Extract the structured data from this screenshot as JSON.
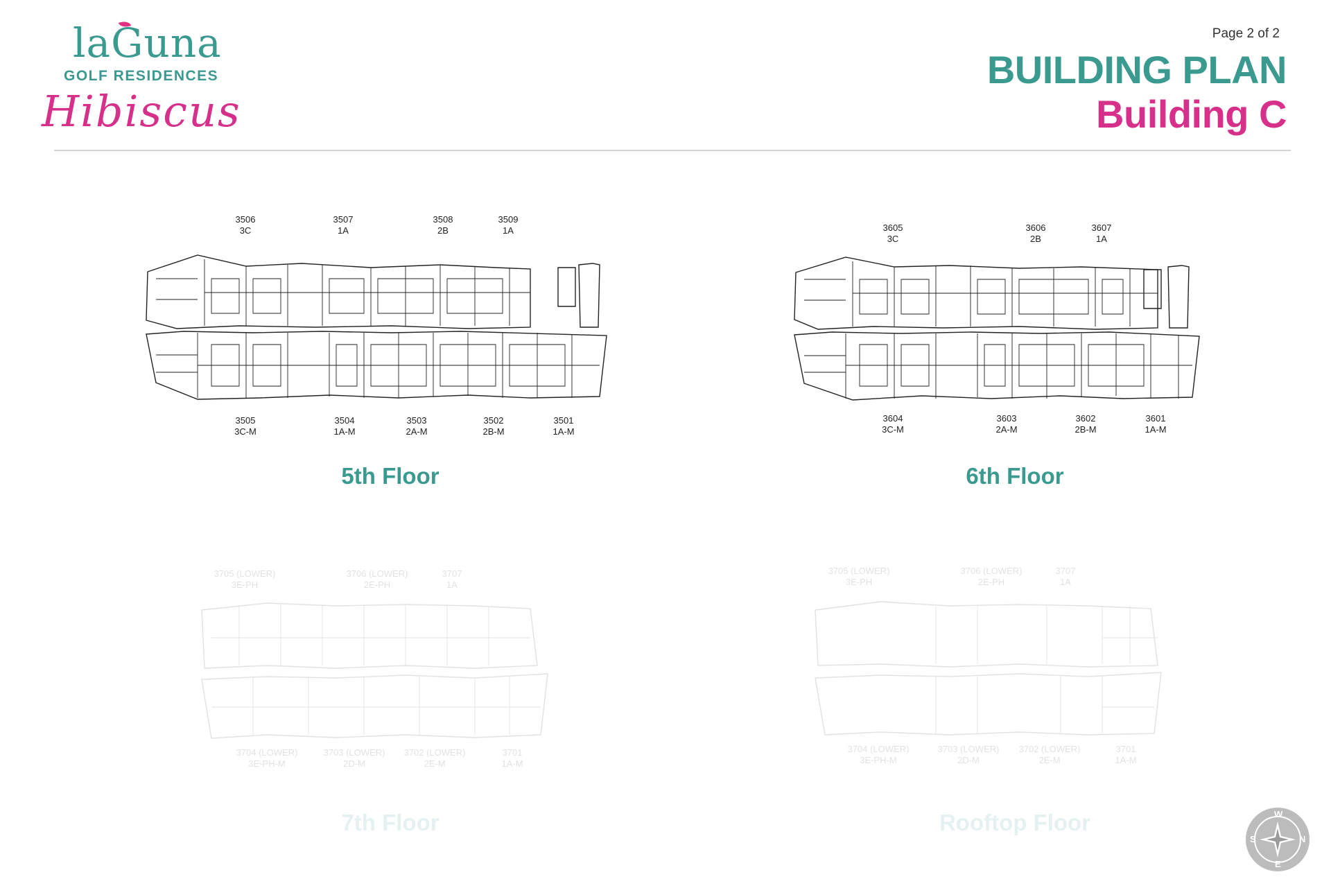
{
  "brand": {
    "name": "laGuna",
    "subtitle": "GOLF RESIDENCES",
    "script": "Hibiscus",
    "accent_teal": "#3a9a8f",
    "accent_pink": "#d6308a"
  },
  "header": {
    "page": "Page 2 of 2",
    "title": "BUILDING PLAN",
    "subtitle": "Building C"
  },
  "floors": {
    "fifth": {
      "caption": "5th Floor",
      "top_units": [
        {
          "num": "3506",
          "type": "3C"
        },
        {
          "num": "3507",
          "type": "1A"
        },
        {
          "num": "3508",
          "type": "2B"
        },
        {
          "num": "3509",
          "type": "1A"
        }
      ],
      "bottom_units": [
        {
          "num": "3505",
          "type": "3C-M"
        },
        {
          "num": "3504",
          "type": "1A-M"
        },
        {
          "num": "3503",
          "type": "2A-M"
        },
        {
          "num": "3502",
          "type": "2B-M"
        },
        {
          "num": "3501",
          "type": "1A-M"
        }
      ]
    },
    "sixth": {
      "caption": "6th Floor",
      "top_units": [
        {
          "num": "3605",
          "type": "3C"
        },
        {
          "num": "3606",
          "type": "2B"
        },
        {
          "num": "3607",
          "type": "1A"
        }
      ],
      "bottom_units": [
        {
          "num": "3604",
          "type": "3C-M"
        },
        {
          "num": "3603",
          "type": "2A-M"
        },
        {
          "num": "3602",
          "type": "2B-M"
        },
        {
          "num": "3601",
          "type": "1A-M"
        }
      ]
    },
    "seventh": {
      "caption": "7th Floor",
      "top_units": [
        {
          "num": "3705 (LOWER)",
          "type": "3E-PH"
        },
        {
          "num": "3706 (LOWER)",
          "type": "2E-PH"
        },
        {
          "num": "3707",
          "type": "1A"
        }
      ],
      "bottom_units": [
        {
          "num": "3704 (LOWER)",
          "type": "3E-PH-M"
        },
        {
          "num": "3703 (LOWER)",
          "type": "2D-M"
        },
        {
          "num": "3702 (LOWER)",
          "type": "2E-M"
        },
        {
          "num": "3701",
          "type": "1A-M"
        }
      ]
    },
    "rooftop": {
      "caption": "Rooftop Floor",
      "top_units": [
        {
          "num": "3705 (LOWER)",
          "type": "3E-PH"
        },
        {
          "num": "3706 (LOWER)",
          "type": "2E-PH"
        },
        {
          "num": "3707",
          "type": "1A"
        }
      ],
      "bottom_units": [
        {
          "num": "3704 (LOWER)",
          "type": "3E-PH-M"
        },
        {
          "num": "3703 (LOWER)",
          "type": "2D-M"
        },
        {
          "num": "3702 (LOWER)",
          "type": "2E-M"
        },
        {
          "num": "3701",
          "type": "1A-M"
        }
      ]
    }
  },
  "compass": {
    "icon": "compass-icon",
    "top": "W",
    "right": "N",
    "bottom": "E",
    "left": "S"
  }
}
